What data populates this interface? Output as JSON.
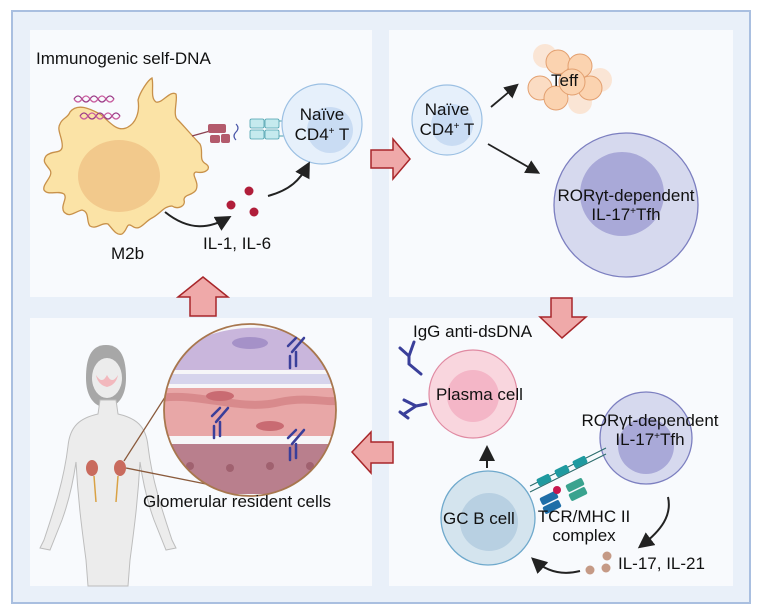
{
  "figure": {
    "panels": {
      "top_left": {
        "title": "Immunogenic self-DNA",
        "macrophage_label": "M2b",
        "cytokines_label": "IL-1, IL-6",
        "target_cell": {
          "line1": "Naïve",
          "line2_main": "CD4",
          "line2_sup": "+",
          "line2_tail": " T"
        }
      },
      "top_right": {
        "source_cell": {
          "line1": "Naïve",
          "line2_main": "CD4",
          "line2_sup": "+",
          "line2_tail": " T"
        },
        "effector_label": "Teff",
        "tfh_cell": {
          "line1": "RORγt-dependent",
          "line2_main": "IL-17",
          "line2_sup": "+",
          "line2_tail": "Tfh"
        }
      },
      "bottom_right": {
        "antibody_label": "IgG anti-dsDNA",
        "plasma_cell_label": "Plasma cell",
        "tfh_cell": {
          "line1": "RORγt-dependent",
          "line2_main": "IL-17",
          "line2_sup": "+",
          "line2_tail": "Tfh"
        },
        "gc_b_cell_label": "GC B cell",
        "complex_label": {
          "line1": "TCR/MHC II",
          "line2": "complex"
        },
        "cytokines_label": "IL-17, IL-21"
      },
      "bottom_left": {
        "tissue_label": "Glomerular resident cells"
      }
    },
    "flow_arrows": [
      {
        "from": "top_left",
        "to": "top_right",
        "direction": "right"
      },
      {
        "from": "top_right",
        "to": "bottom_right",
        "direction": "down"
      },
      {
        "from": "bottom_right",
        "to": "bottom_left",
        "direction": "left"
      },
      {
        "from": "bottom_left",
        "to": "top_left",
        "direction": "up"
      }
    ],
    "colors": {
      "frame_bg": "#e9f0f9",
      "frame_border": "#a9bfe0",
      "panel_bg": "#f8fafd",
      "flow_arrow_fill": "#efa9a9",
      "flow_arrow_stroke": "#a8262a",
      "macrophage": "#fbe3a6",
      "naive_t": "#e3eefa",
      "tfh": "#cfd1ea",
      "plasma": "#f9d0da",
      "gc_b": "#d4e4ee",
      "antibody": "#3a3f9a",
      "il1_dots": "#b01d3a",
      "il17_dots": "#c59a86"
    }
  }
}
